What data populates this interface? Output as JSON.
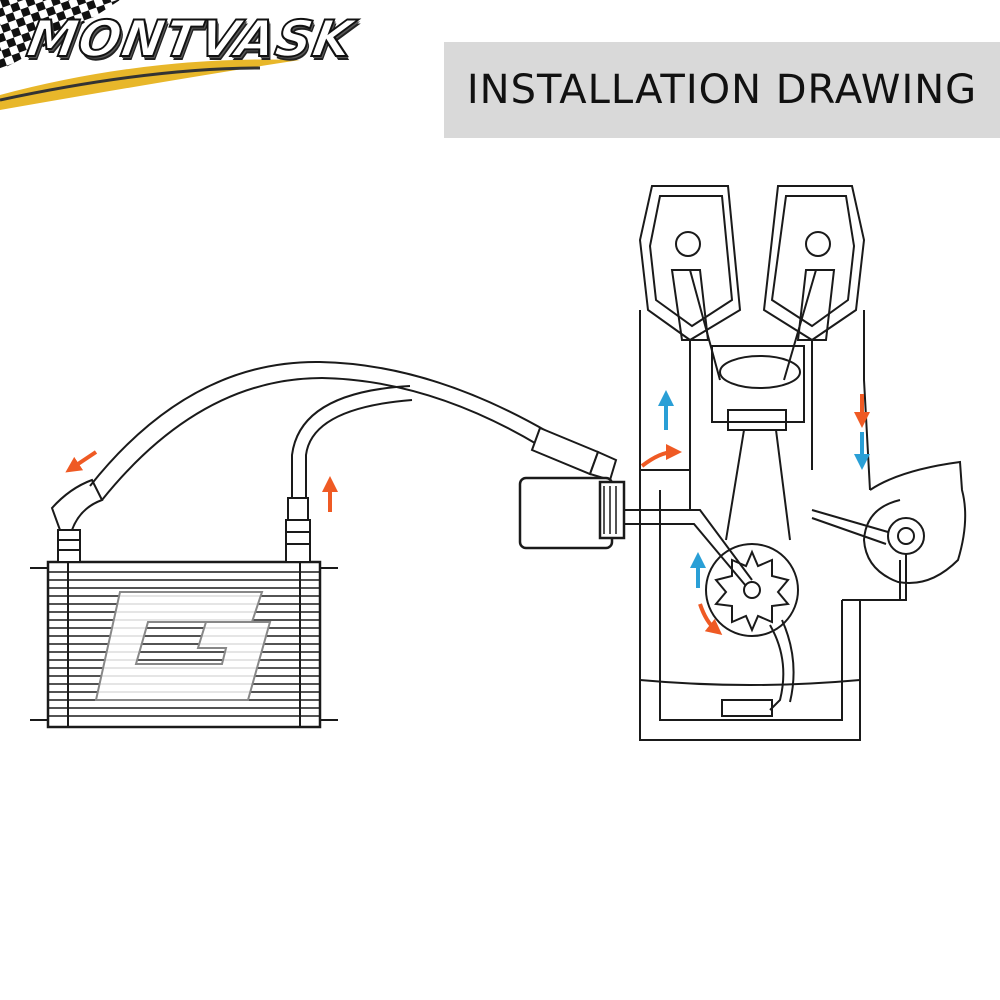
{
  "brand": {
    "logo_text": "MONTVASK"
  },
  "header": {
    "title": "INSTALLATION DRAWING"
  },
  "colors": {
    "flow_hot": "#ef5a24",
    "flow_cool": "#2a9fd6",
    "title_bg": "#d9d9d9",
    "line": "#1a1a1a"
  },
  "cooler": {
    "emblem_letter": "G"
  },
  "icons": [
    "checkered-flag-icon",
    "arrow-up-icon",
    "arrow-down-icon",
    "arrow-curved-icon"
  ]
}
